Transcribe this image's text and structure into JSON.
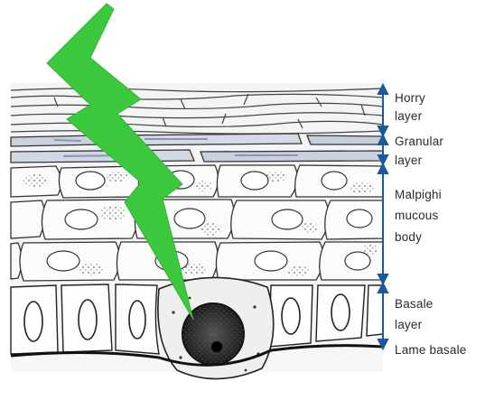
{
  "labels": {
    "horny_line1": "Horry",
    "horny_line2": "layer",
    "granular_line1": "Granular",
    "granular_line2": "layer",
    "malpighi_line1": "Malpighi",
    "malpighi_line2": "mucous",
    "malpighi_line3": "body",
    "basale_line1": "Basale",
    "basale_line2": "layer",
    "lame": "Lame basale"
  },
  "icons": [
    "lightning-bolt-icon"
  ],
  "colors": {
    "bolt": "#3cc83c",
    "arrows": "#1a5a9a",
    "outline": "#333333",
    "granule": "#9aa7b8"
  }
}
